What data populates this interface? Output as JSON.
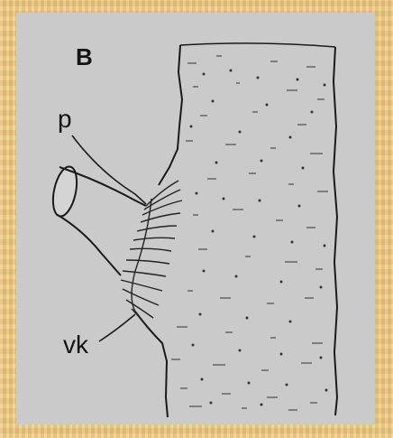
{
  "figure": {
    "panel_letter": "B",
    "labels": {
      "p": "p",
      "vk": "vk"
    },
    "colors": {
      "panel": "#cacaca",
      "frame": "#e6c27c",
      "ink": "#141414"
    }
  }
}
